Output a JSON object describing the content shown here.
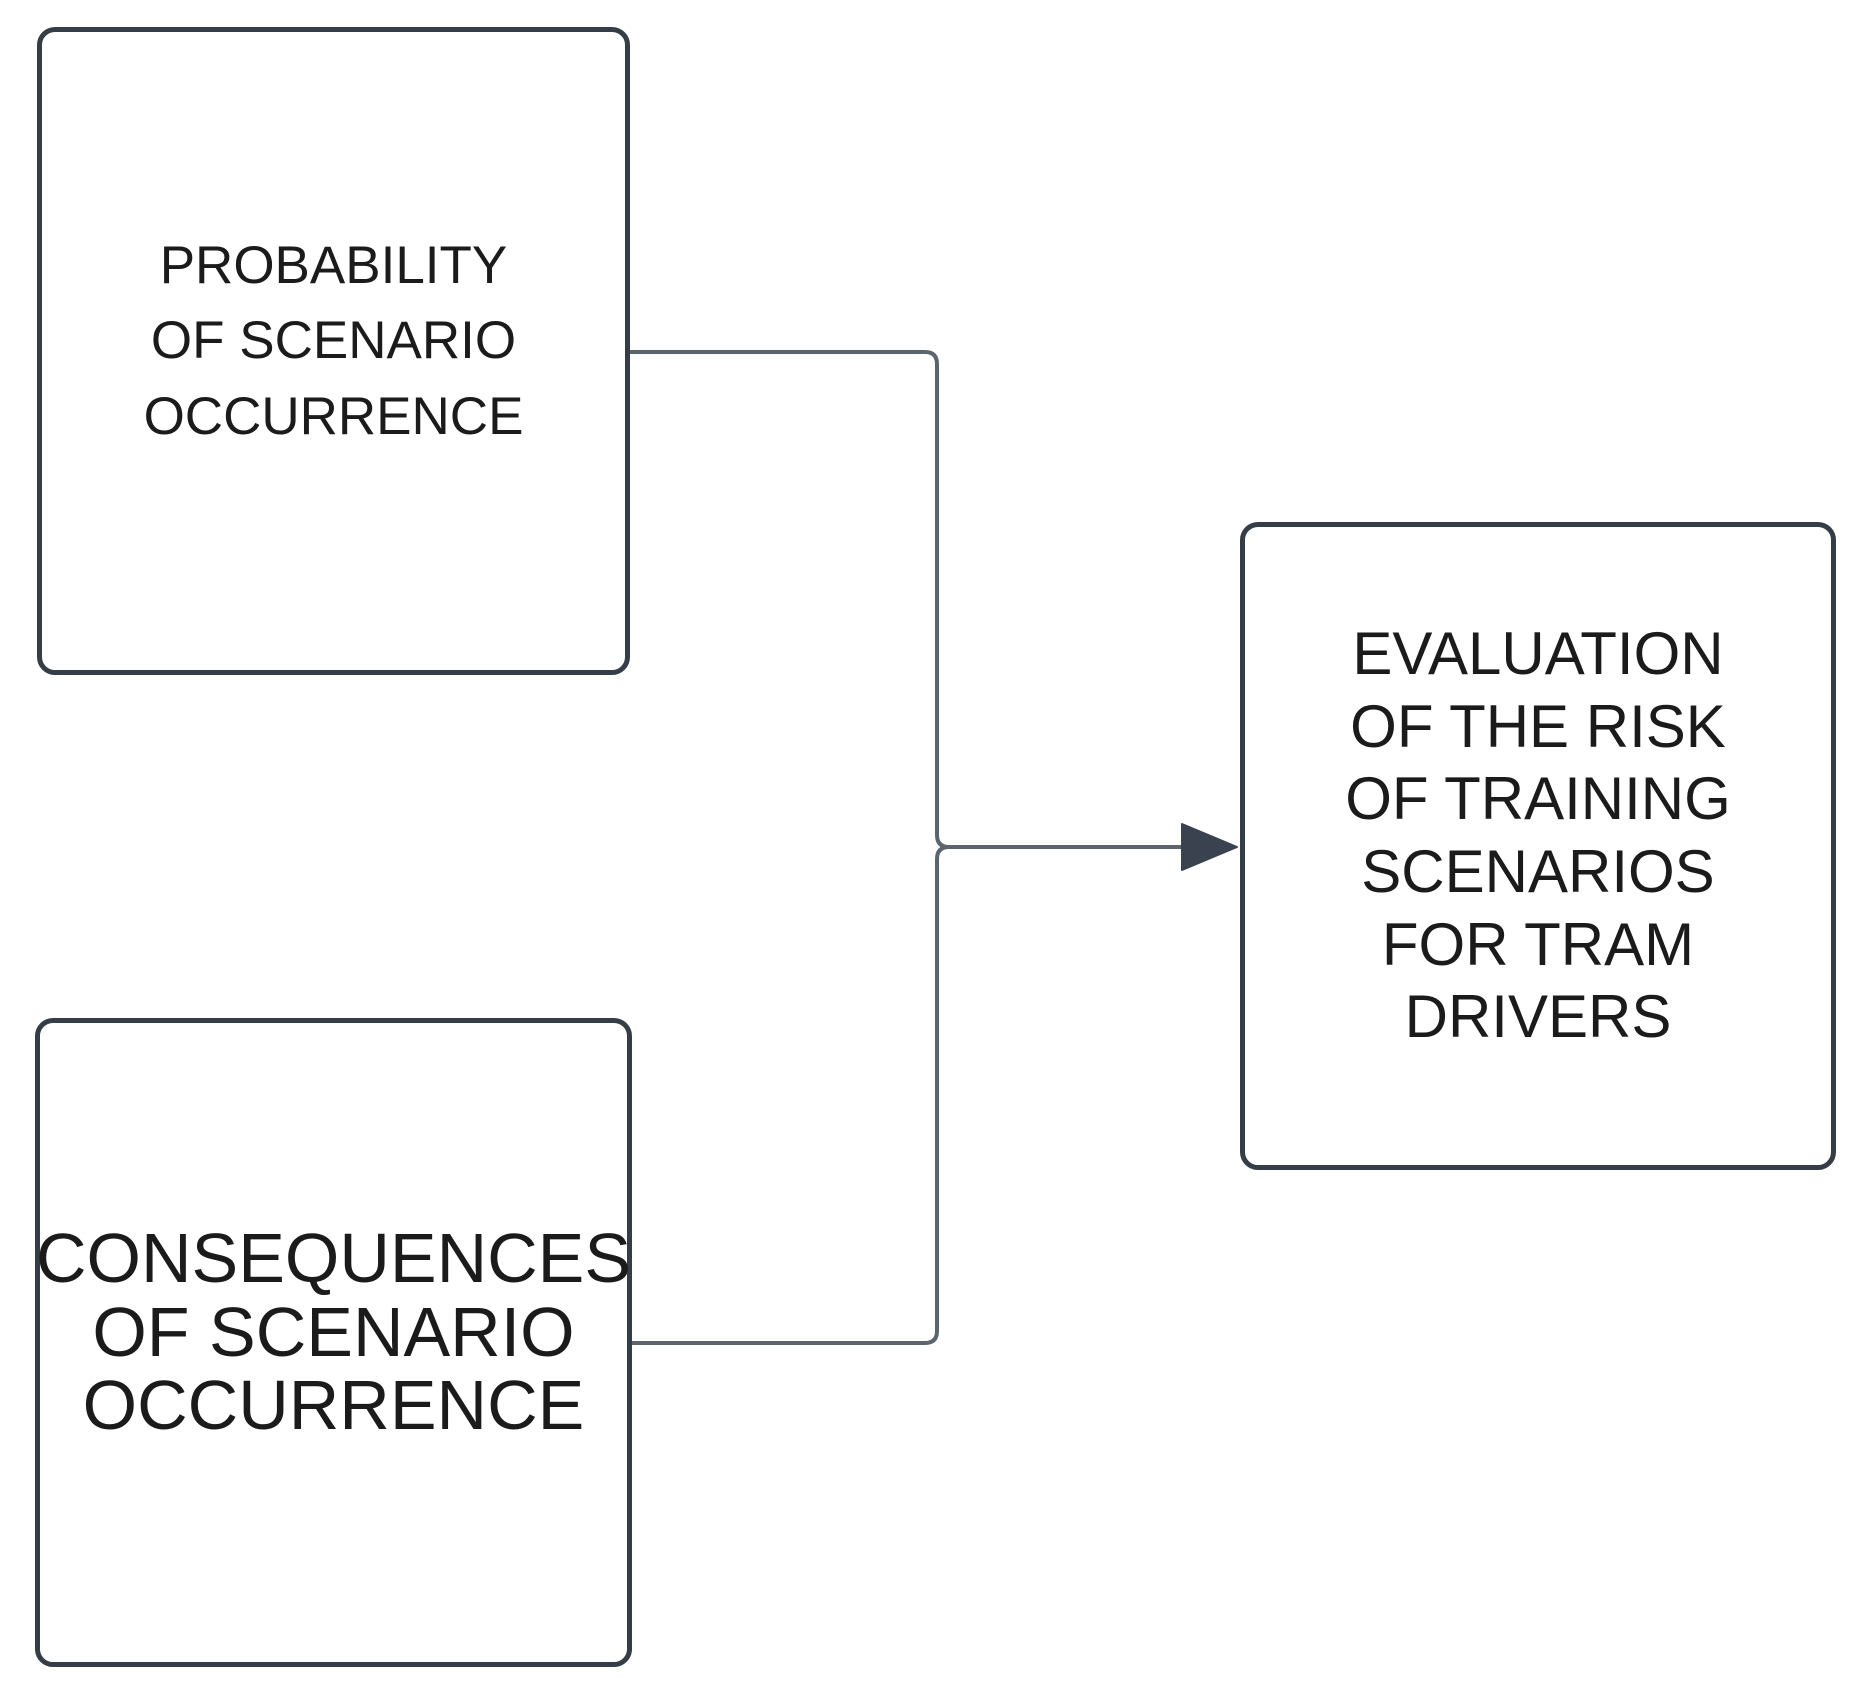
{
  "diagram": {
    "background": "#ffffff",
    "nodes": [
      {
        "id": "probability",
        "label": "PROBABILITY OF SCENARIO OCCURRENCE",
        "lines": [
          "PROBABILITY",
          "OF SCENARIO",
          "OCCURRENCE"
        ]
      },
      {
        "id": "consequences",
        "label": "CONSEQUENCES OF SCENARIO OCCURRENCE",
        "lines": [
          "CONSEQUENCES",
          "OF SCENARIO",
          "OCCURRENCE"
        ]
      },
      {
        "id": "evaluation",
        "label": "EVALUATION OF THE RISK OF TRAINING SCENARIOS FOR TRAM DRIVERS",
        "lines": [
          "EVALUATION",
          "OF THE RISK",
          "OF TRAINING",
          "SCENARIOS",
          "FOR TRAM",
          "DRIVERS"
        ]
      }
    ],
    "edges": [
      {
        "from": "probability",
        "to": "evaluation",
        "arrow": "true"
      },
      {
        "from": "consequences",
        "to": "evaluation",
        "arrow": "true"
      }
    ]
  },
  "colors": {
    "box_border": "#353d47",
    "box_fill": "#ffffff",
    "connector": "#5c646e",
    "arrowhead": "#39424e",
    "text": "#1b1b1b"
  }
}
